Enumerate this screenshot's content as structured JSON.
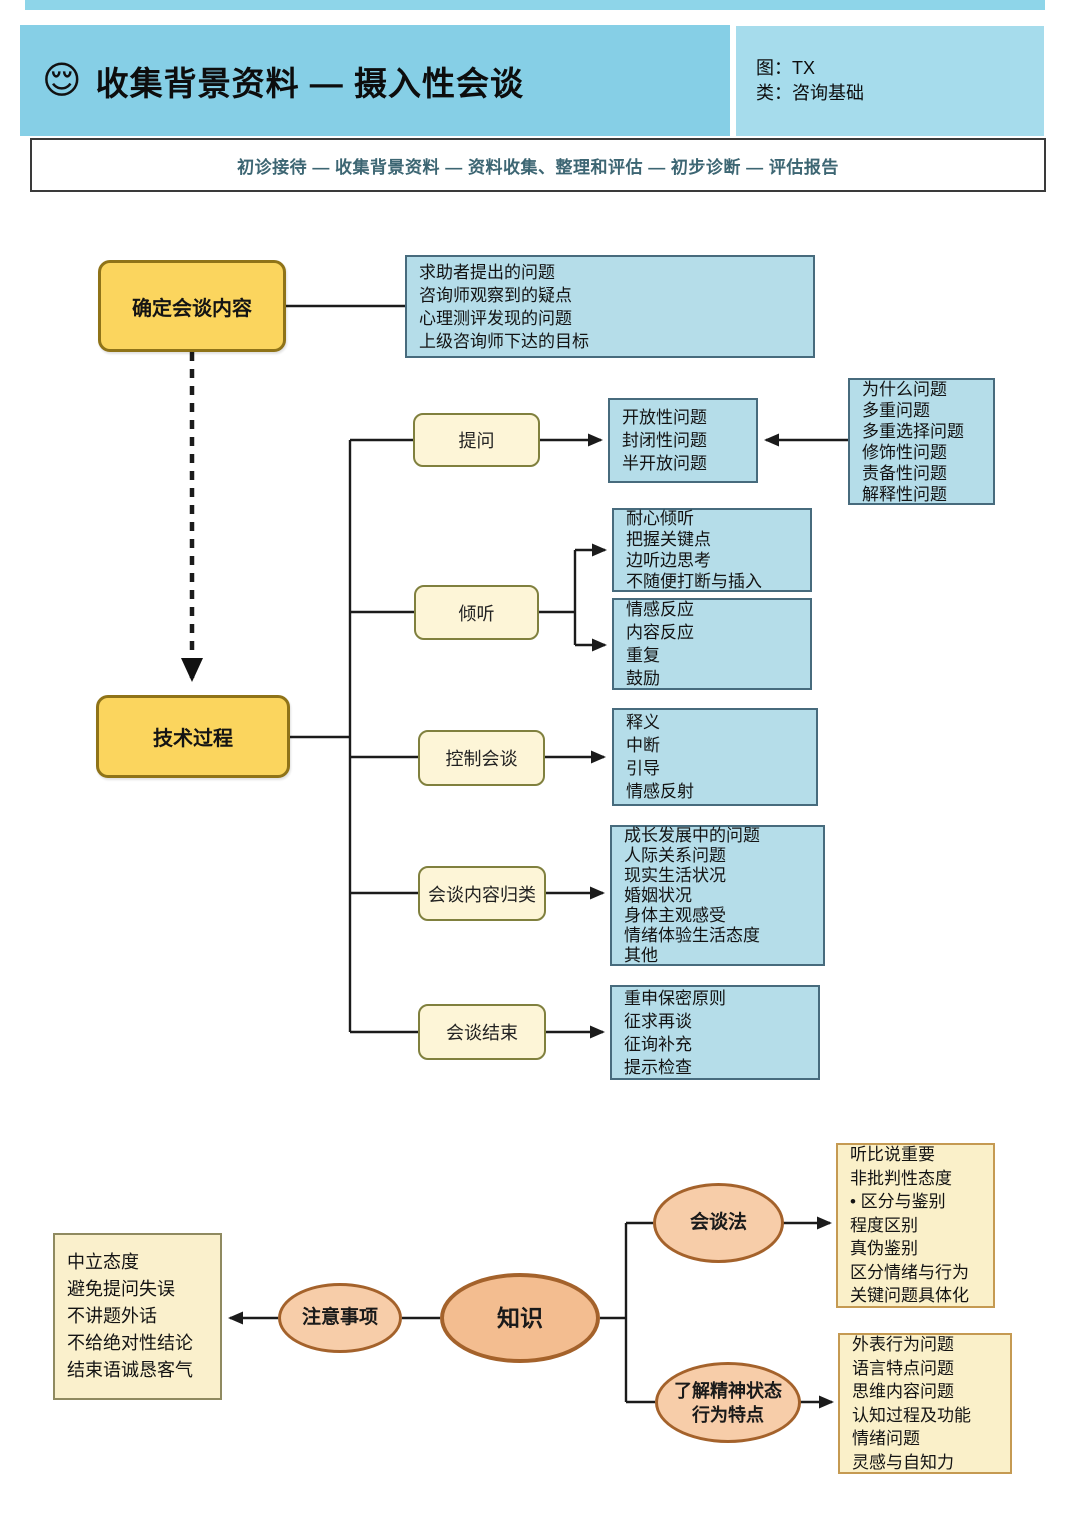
{
  "header": {
    "emoji": "😌",
    "title": "收集背景资料 — 摄入性会谈",
    "meta_fig_label": "图：",
    "meta_fig_value": "TX",
    "meta_cat_label": "类：",
    "meta_cat_value": "咨询基础"
  },
  "breadcrumb": "初诊接待 — 收集背景资料 — 资料收集、整理和评估 — 初步诊断 — 评估报告",
  "colors": {
    "header_blue": "#86cfe6",
    "panel_blue": "#a6dcec",
    "gold": "#fbd55e",
    "cream": "#fdf5d7",
    "list_blue": "#b5dde9",
    "pale_yellow": "#faf0cc",
    "ellipse_orange": "#f7cda9",
    "ellipse_orange_dark": "#f3bd90"
  },
  "nodes": {
    "determine": {
      "label": "确定会谈内容"
    },
    "sources": {
      "lines": [
        "求助者提出的问题",
        "咨询师观察到的疑点",
        "心理测评发现的问题",
        "上级咨询师下达的目标"
      ]
    },
    "process": {
      "label": "技术过程"
    },
    "ask": {
      "label": "提问"
    },
    "ask_types": {
      "lines": [
        "开放性问题",
        "封闭性问题",
        "半开放问题"
      ]
    },
    "ask_avoid": {
      "lines": [
        "为什么问题",
        "多重问题",
        "多重选择问题",
        "修饰性问题",
        "责备性问题",
        "解释性问题"
      ]
    },
    "listen": {
      "label": "倾听"
    },
    "listen_how": {
      "lines": [
        "耐心倾听",
        "把握关键点",
        "边听边思考",
        "不随便打断与插入"
      ]
    },
    "listen_respond": {
      "lines": [
        "情感反应",
        "内容反应",
        "重复",
        "鼓励"
      ]
    },
    "control": {
      "label": "控制会谈"
    },
    "control_ways": {
      "lines": [
        "释义",
        "中断",
        "引导",
        "情感反射"
      ]
    },
    "classify": {
      "label": "会谈内容归类"
    },
    "classify_items": {
      "lines": [
        "成长发展中的问题",
        "人际关系问题",
        "现实生活状况",
        "婚姻状况",
        "身体主观感受",
        "情绪体验生活态度",
        "其他"
      ]
    },
    "finish": {
      "label": "会谈结束"
    },
    "finish_items": {
      "lines": [
        "重申保密原则",
        "征求再谈",
        "征询补充",
        "提示检查"
      ]
    }
  },
  "knowledge": {
    "center": {
      "label": "知识"
    },
    "notes": {
      "label": "注意事项"
    },
    "notes_items": {
      "lines": [
        "中立态度",
        "避免提问失误",
        "不讲题外话",
        "不给绝对性结论",
        "结束语诚恳客气"
      ]
    },
    "method": {
      "label": "会谈法"
    },
    "method_items": {
      "lines": [
        "听比说重要",
        "非批判性态度",
        "• 区分与鉴别",
        "程度区别",
        "真伪鉴别",
        "区分情绪与行为",
        "关键问题具体化"
      ]
    },
    "mental": {
      "lines": [
        "了解精神状态",
        "行为特点"
      ]
    },
    "mental_items": {
      "lines": [
        "外表行为问题",
        "语言特点问题",
        "思维内容问题",
        "认知过程及功能",
        "情绪问题",
        "灵感与自知力"
      ]
    }
  }
}
